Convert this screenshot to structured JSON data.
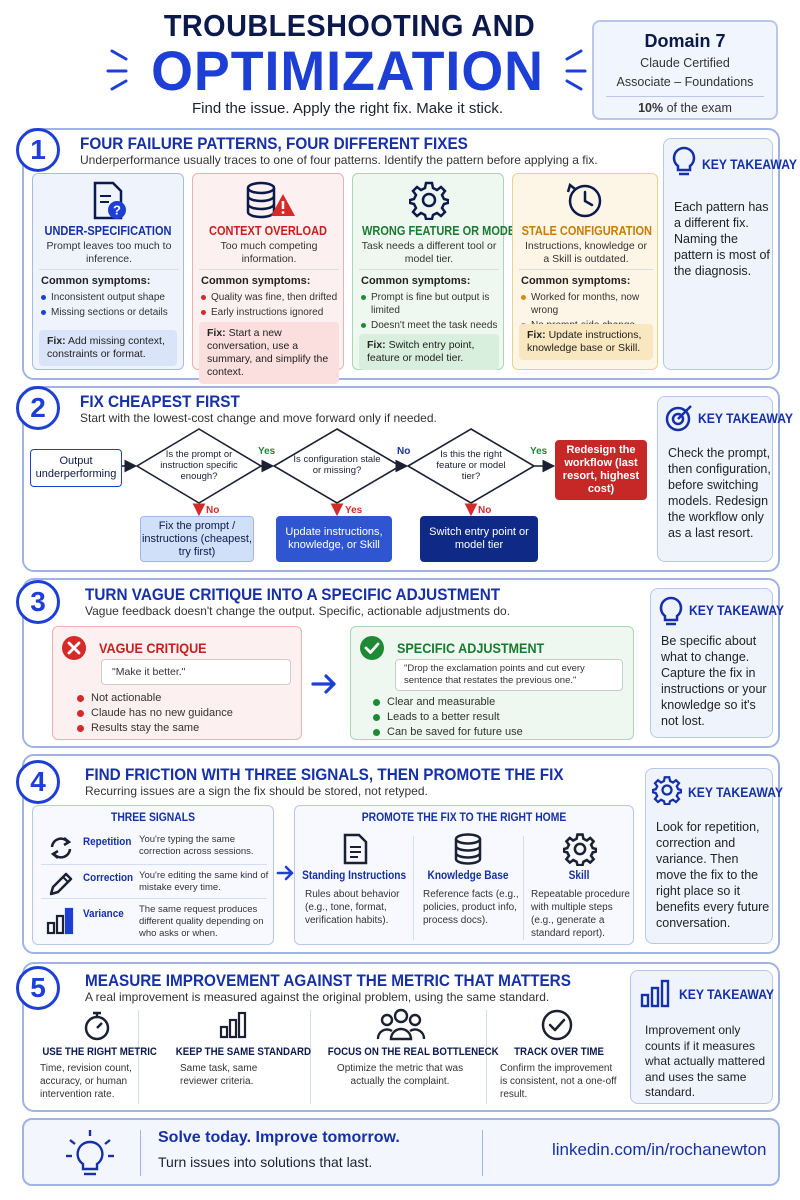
{
  "header": {
    "title_line1": "TROUBLESHOOTING AND",
    "title_line2": "OPTIMIZATION",
    "subtitle": "Find the issue. Apply the right fix. Make it stick.",
    "domain_label": "Domain 7",
    "domain_desc_line1": "Claude Certified",
    "domain_desc_line2": "Associate – Foundations",
    "exam_pct": "10%",
    "exam_text": "of the exam"
  },
  "key_takeaway_label": "KEY TAKEAWAY",
  "colors": {
    "primary": "#1d3fd6",
    "navy": "#0b1a4a",
    "red": "#d42a2a",
    "green": "#1e8a36",
    "amber": "#d98a0a"
  },
  "s1": {
    "number": "1",
    "title": "FOUR FAILURE PATTERNS, FOUR DIFFERENT FIXES",
    "subtitle": "Underperformance usually traces to one of four patterns. Identify the pattern before applying a fix.",
    "symptoms_label": "Common symptoms:",
    "fix_label": "Fix:",
    "cards": [
      {
        "title": "UNDER-SPECIFICATION",
        "desc": "Prompt leaves too much to inference.",
        "symptoms": [
          "Inconsistent output shape",
          "Missing sections or details"
        ],
        "fix": "Add missing context, constraints or format.",
        "icon": "document-question-icon"
      },
      {
        "title": "CONTEXT OVERLOAD",
        "desc": "Too much competing information.",
        "symptoms": [
          "Quality was fine, then drifted",
          "Early instructions ignored"
        ],
        "fix": "Start a new conversation, use a summary, and simplify the context.",
        "icon": "database-warning-icon"
      },
      {
        "title": "WRONG FEATURE OR MODEL",
        "desc": "Task needs a different tool or model tier.",
        "symptoms": [
          "Prompt is fine but output is limited",
          "Doesn't meet the task needs"
        ],
        "fix": "Switch entry point, feature or model tier.",
        "icon": "gear-icon"
      },
      {
        "title": "STALE CONFIGURATION",
        "desc": "Instructions, knowledge or a Skill is outdated.",
        "symptoms": [
          "Worked for months, now wrong",
          "No prompt-side change"
        ],
        "fix": "Update instructions, knowledge base or Skill.",
        "icon": "clock-icon"
      }
    ],
    "takeaway": "Each pattern has a different fix. Naming the pattern is most of the diagnosis."
  },
  "s2": {
    "number": "2",
    "title": "FIX CHEAPEST FIRST",
    "subtitle": "Start with the lowest-cost change and move forward only if needed.",
    "start": "Output underperforming",
    "q1": "Is the prompt or instruction specific enough?",
    "q2": "Is configuration stale or missing?",
    "q3": "Is this the right feature or model tier?",
    "yes": "Yes",
    "no": "No",
    "end": "Redesign the workflow (last resort, highest cost)",
    "fix1": "Fix the prompt / instructions (cheapest, try first)",
    "fix2": "Update instructions, knowledge, or Skill",
    "fix3": "Switch entry point or model tier",
    "takeaway": "Check the prompt, then configuration, before switching models. Redesign the workflow only as a last resort."
  },
  "s3": {
    "number": "3",
    "title": "TURN VAGUE CRITIQUE INTO A SPECIFIC ADJUSTMENT",
    "subtitle": "Vague feedback doesn't change the output. Specific, actionable adjustments do.",
    "vague_title": "VAGUE CRITIQUE",
    "vague_quote": "\"Make it better.\"",
    "vague_points": [
      "Not actionable",
      "Claude has no new guidance",
      "Results stay the same"
    ],
    "specific_title": "SPECIFIC ADJUSTMENT",
    "specific_quote": "\"Drop the exclamation points and cut every sentence that restates the previous one.\"",
    "specific_points": [
      "Clear and measurable",
      "Leads to a better result",
      "Can be saved for future use"
    ],
    "takeaway": "Be specific about what to change. Capture the fix in instructions or your knowledge so it's not lost."
  },
  "s4": {
    "number": "4",
    "title": "FIND FRICTION WITH THREE SIGNALS, THEN PROMOTE THE FIX",
    "subtitle": "Recurring issues are a sign the fix should be stored, not retyped.",
    "signals_head": "THREE SIGNALS",
    "signals": [
      {
        "name": "Repetition",
        "desc": "You're typing the same correction across sessions."
      },
      {
        "name": "Correction",
        "desc": "You're editing the same kind of mistake every time."
      },
      {
        "name": "Variance",
        "desc": "The same request produces different quality depending on who asks or when."
      }
    ],
    "promote_head": "PROMOTE THE FIX TO THE RIGHT HOME",
    "homes": [
      {
        "title": "Standing Instructions",
        "desc": "Rules about behavior (e.g., tone, format, verification habits)."
      },
      {
        "title": "Knowledge Base",
        "desc": "Reference facts (e.g., policies, product info, process docs)."
      },
      {
        "title": "Skill",
        "desc": "Repeatable procedure with multiple steps (e.g., generate a standard report)."
      }
    ],
    "takeaway": "Look for repetition, correction and variance. Then move the fix to the right place so it benefits every future conversation."
  },
  "s5": {
    "number": "5",
    "title": "MEASURE IMPROVEMENT AGAINST THE METRIC THAT MATTERS",
    "subtitle": "A real improvement is measured against the original problem, using the same standard.",
    "items": [
      {
        "title": "USE THE RIGHT METRIC",
        "desc": "Time, revision count, accuracy, or human intervention rate."
      },
      {
        "title": "KEEP THE SAME STANDARD",
        "desc": "Same task, same reviewer criteria."
      },
      {
        "title": "FOCUS ON THE REAL BOTTLENECK",
        "desc": "Optimize the metric that was actually the complaint."
      },
      {
        "title": "TRACK OVER TIME",
        "desc": "Confirm the improvement is consistent, not a one-off result."
      }
    ],
    "takeaway": "Improvement only counts if it measures what actually mattered and uses the same standard."
  },
  "footer": {
    "headline": "Solve today. Improve tomorrow.",
    "tagline": "Turn issues into solutions that last.",
    "link": "linkedin.com/in/rochanewton"
  }
}
